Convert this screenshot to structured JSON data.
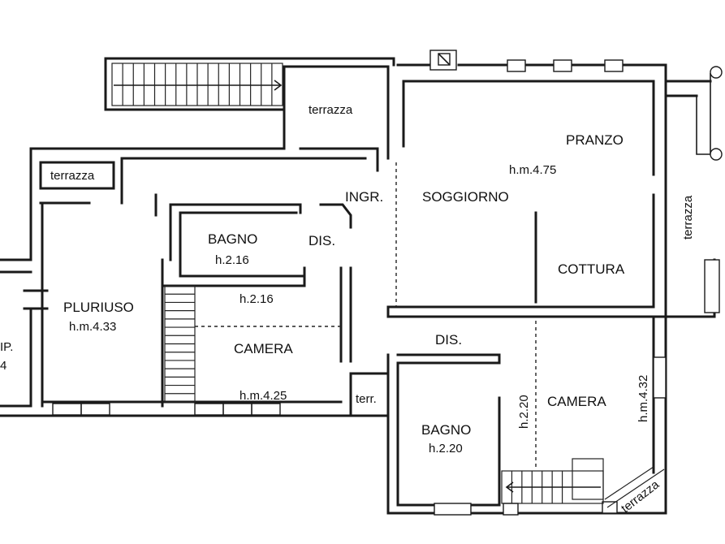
{
  "rooms": {
    "terrazza_top": "terrazza",
    "terrazza_left": "terrazza",
    "terrazza_right": "terrazza",
    "terrazza_bottom": "terrazza",
    "pranzo": "PRANZO",
    "pranzo_height": "h.m.4.75",
    "soggiorno": "SOGGIORNO",
    "ingresso": "INGR.",
    "bagno_upper": "BAGNO",
    "bagno_upper_height": "h.2.16",
    "dis_upper": "DIS.",
    "cottura": "COTTURA",
    "stair_height": "h.2.16",
    "pluriuso": "PLURIUSO",
    "pluriuso_height": "h.m.4.33",
    "camera_left": "CAMERA",
    "camera_left_height": "h.m.4.25",
    "dis_lower": "DIS.",
    "terr_small": "terr.",
    "camera_right": "CAMERA",
    "camera_right_height": "h.m.4.32",
    "bagno_lower": "BAGNO",
    "bagno_lower_height": "h.2.20",
    "bagno_lower_side_height": "h.2.20",
    "edge_left_1": "IP.",
    "edge_left_2": "4"
  }
}
